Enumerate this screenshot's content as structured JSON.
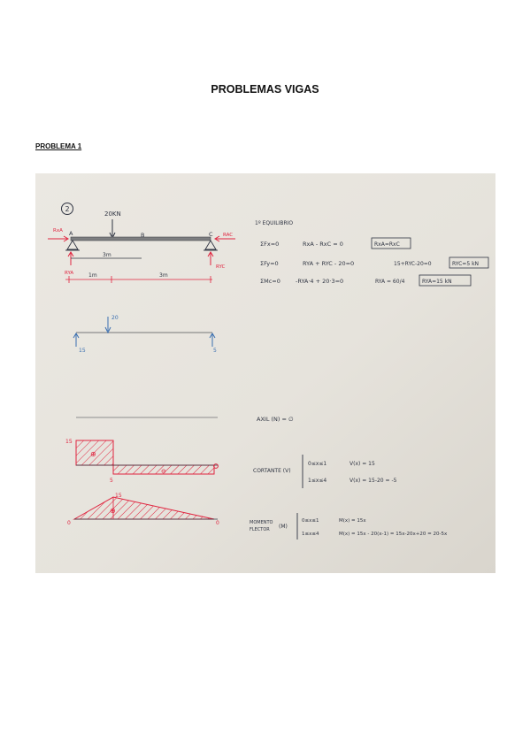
{
  "document": {
    "title": "PROBLEMAS VIGAS",
    "section_heading": "PROBLEMA 1"
  },
  "notes": {
    "problem_number": "2",
    "beam": {
      "load": "20KN",
      "support_a": "A",
      "point_b": "B",
      "support_c": "C",
      "reaction_xa": "RxA",
      "reaction_ac": "RAC",
      "reaction_ya": "RYA",
      "reaction_yc": "RYC",
      "dim_a_c": "3m",
      "dim_1": "1m",
      "dim_2": "3m"
    },
    "equilibrium": {
      "heading": "1º EQUILIBRIO",
      "eq1_label": "ΣFx=0",
      "eq1_expr": "RxA - RxC = 0",
      "eq1_result": "RxA=RxC",
      "eq2_label": "ΣFy=0",
      "eq2_expr": "RYA + RYC - 20=0",
      "eq2_sub": "15+RYC-20=0",
      "eq2_result": "RYC=5 kN",
      "eq3_label": "ΣMc=0",
      "eq3_expr": "-RYA·4 + 20·3=0",
      "eq3_sub": "RYA = 60/4",
      "eq3_result": "RYA=15 kN"
    },
    "free_body": {
      "load_value": "20",
      "left_reaction": "15",
      "right_reaction": "5"
    },
    "axial": {
      "label": "AXIL (N) = ∅"
    },
    "shear": {
      "value_left": "15",
      "value_right": "5",
      "sign_plus": "⊕",
      "sign_minus": "⊖",
      "label": "CORTANTE (V)",
      "case1_range": "0≤x≤1",
      "case1_expr": "V(x) = 15",
      "case2_range": "1≤x≤4",
      "case2_expr": "V(x) = 15-20 = -5"
    },
    "moment": {
      "value_max": "15",
      "value_left": "0",
      "value_right": "0",
      "sign_plus": "⊕",
      "label_line1": "MOMENTO",
      "label_line2": "FLECTOR",
      "label_symbol": "(M)",
      "case1_range": "0≤x≤1",
      "case1_expr": "M(x) = 15x",
      "case2_range": "1≤x≤4",
      "case2_expr": "M(x) = 15x - 20(x-1) = 15x-20x+20 = 20-5x"
    }
  },
  "colors": {
    "paper": "#e9e6df",
    "ink": "#2f3442",
    "red": "#e0243f",
    "blue": "#3a6fb0",
    "pencil": "#8d8d8d"
  }
}
